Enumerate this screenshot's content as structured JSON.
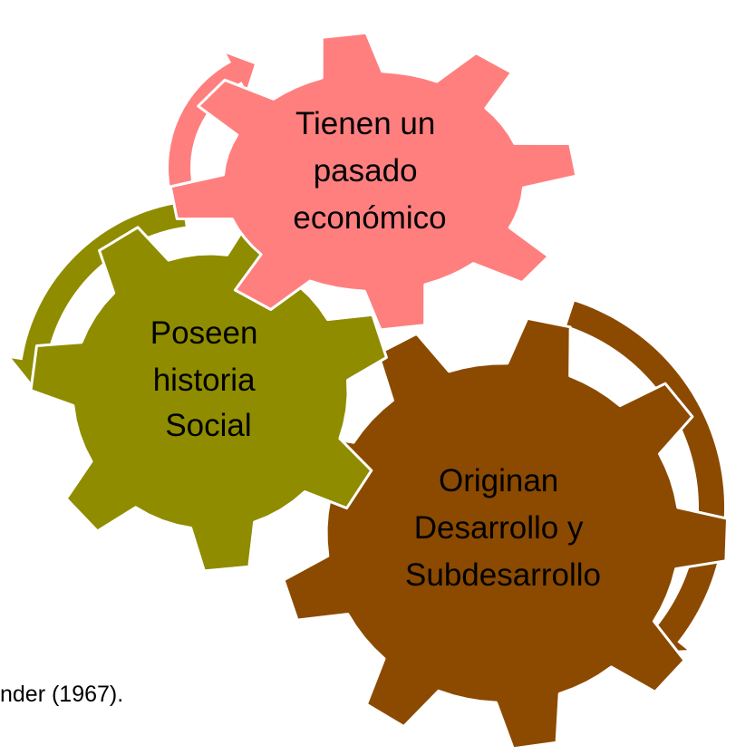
{
  "diagram": {
    "gears": [
      {
        "id": "gear-economic-past",
        "lines": [
          "Tienen un",
          "pasado",
          "económico"
        ],
        "fill": "#FF7F7F"
      },
      {
        "id": "gear-social-history",
        "lines": [
          "Poseen",
          "historia",
          "Social"
        ],
        "fill": "#8F8C00"
      },
      {
        "id": "gear-development",
        "lines": [
          "Originan",
          "Desarrollo y",
          "Subdesarrollo"
        ],
        "fill": "#8B4A00"
      }
    ],
    "caption": "nder (1967)."
  }
}
